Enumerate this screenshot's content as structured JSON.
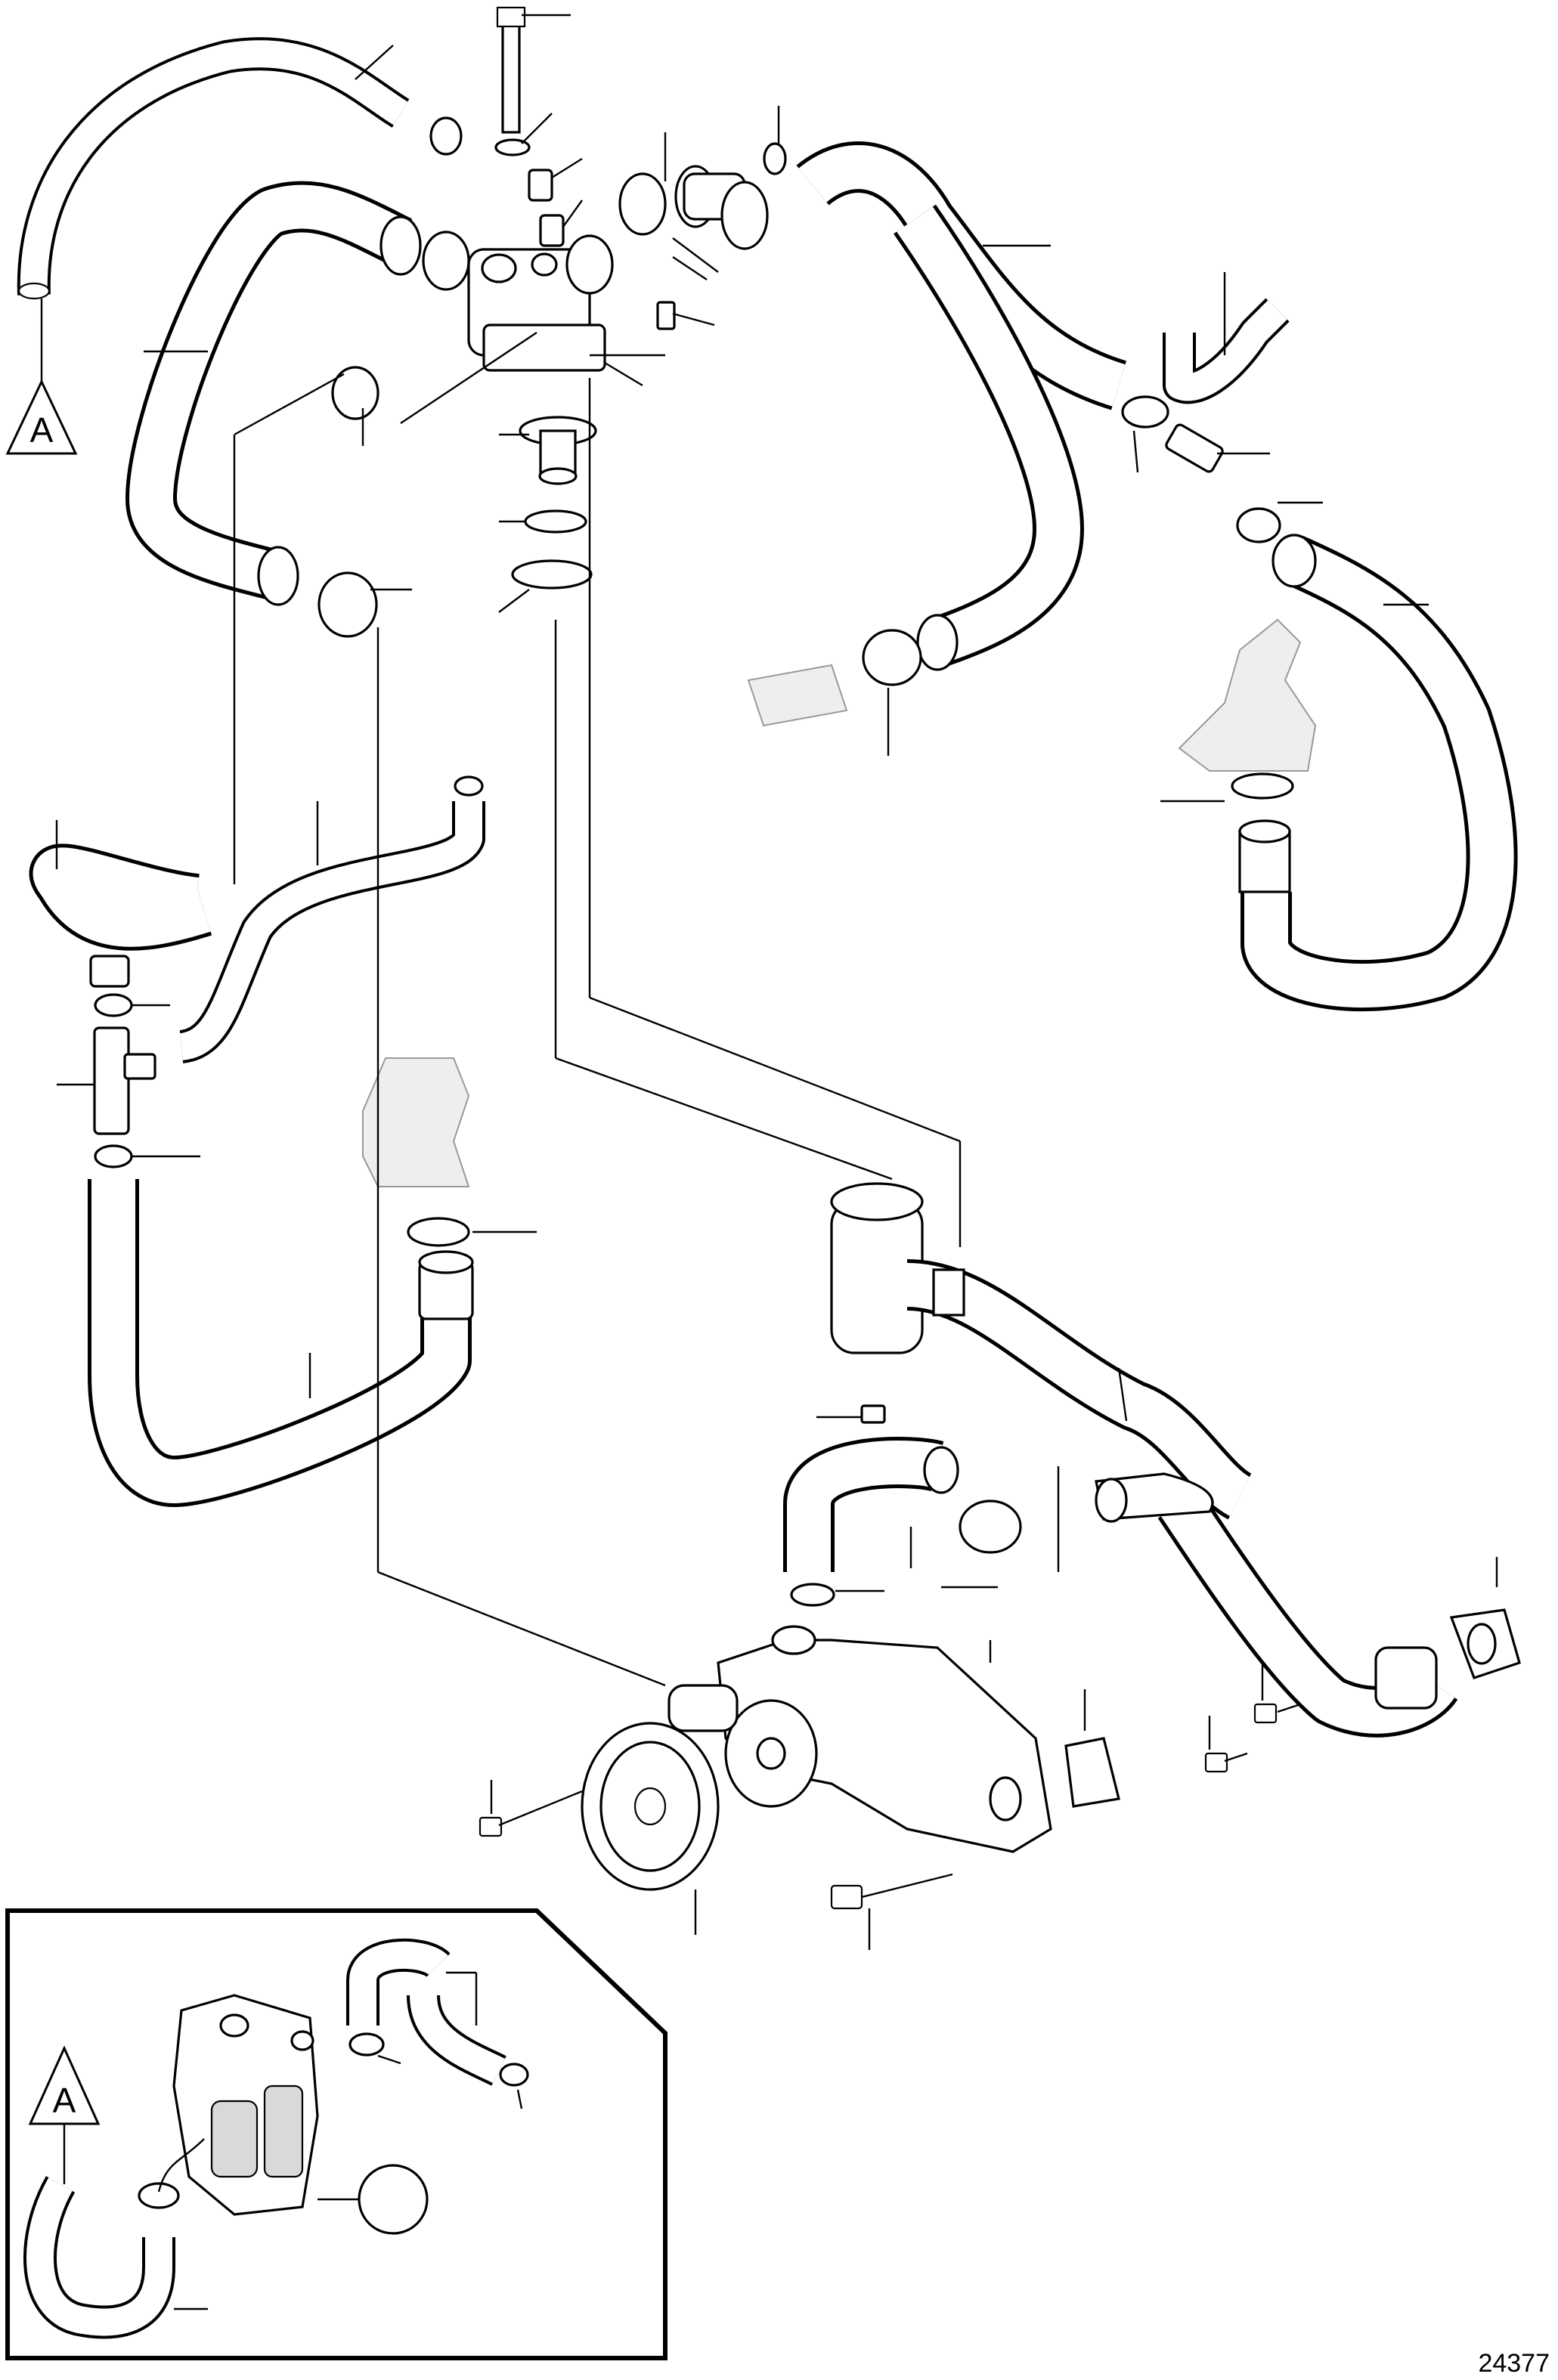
{
  "reference_marker": {
    "label": "A"
  },
  "inset_reference_marker": {
    "label": "A"
  },
  "figure_number": "24377"
}
